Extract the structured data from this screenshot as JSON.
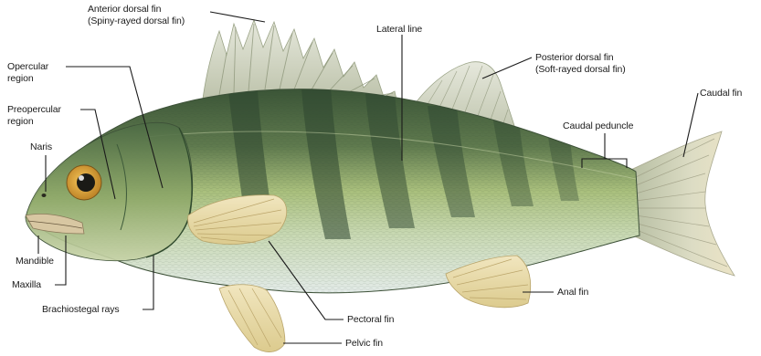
{
  "labels": {
    "anterior_dorsal_fin": "Anterior dorsal fin",
    "anterior_dorsal_fin_note": "(Spiny-rayed dorsal fin)",
    "lateral_line": "Lateral line",
    "posterior_dorsal_fin": "Posterior dorsal fin",
    "posterior_dorsal_fin_note": "(Soft-rayed dorsal fin)",
    "caudal_fin": "Caudal fin",
    "caudal_peduncle": "Caudal peduncle",
    "opercular_region_1": "Opercular",
    "opercular_region_2": "region",
    "preopercular_region_1": "Preopercular",
    "preopercular_region_2": "region",
    "naris": "Naris",
    "mandible": "Mandible",
    "maxilla": "Maxilla",
    "brachiostegal_rays": "Brachiostegal rays",
    "pectoral_fin": "Pectoral fin",
    "pelvic_fin": "Pelvic fin",
    "anal_fin": "Anal fin"
  },
  "colors": {
    "body_dorsal": "#3f5a3c",
    "body_flank": "#a7bd7a",
    "body_belly": "#dfe8e4",
    "bars": "#2d4530",
    "fins": "#e9dcae",
    "eye": "#d9a032",
    "leader_lines": "#1a1a1a"
  }
}
